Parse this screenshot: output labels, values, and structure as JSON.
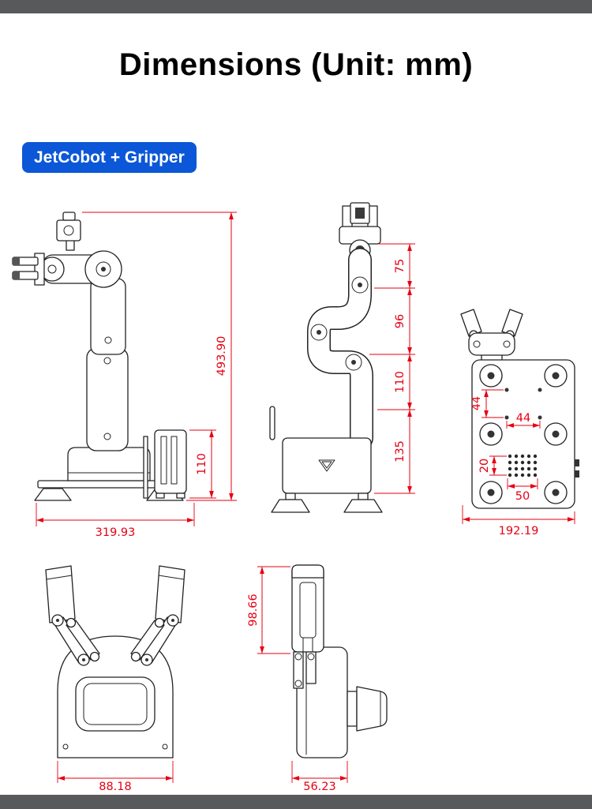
{
  "title": "Dimensions (Unit: mm)",
  "badge": "JetCobot + Gripper",
  "dims": {
    "side": {
      "height": "493.90",
      "box_height": "110",
      "width": "319.93"
    },
    "front": {
      "seg1": "75",
      "seg2": "96",
      "seg3": "110",
      "seg4": "135"
    },
    "top": {
      "hole_spacing_v": "44",
      "hole_spacing_h": "44",
      "vent_height": "20",
      "vent_width": "50",
      "width": "192.19"
    },
    "gripper_front": {
      "width": "88.18"
    },
    "gripper_side": {
      "height": "98.66",
      "width": "56.23"
    }
  },
  "colors": {
    "dimension_red": "#e60012",
    "badge_blue": "#0b57d8",
    "bar_gray": "#58595b"
  }
}
